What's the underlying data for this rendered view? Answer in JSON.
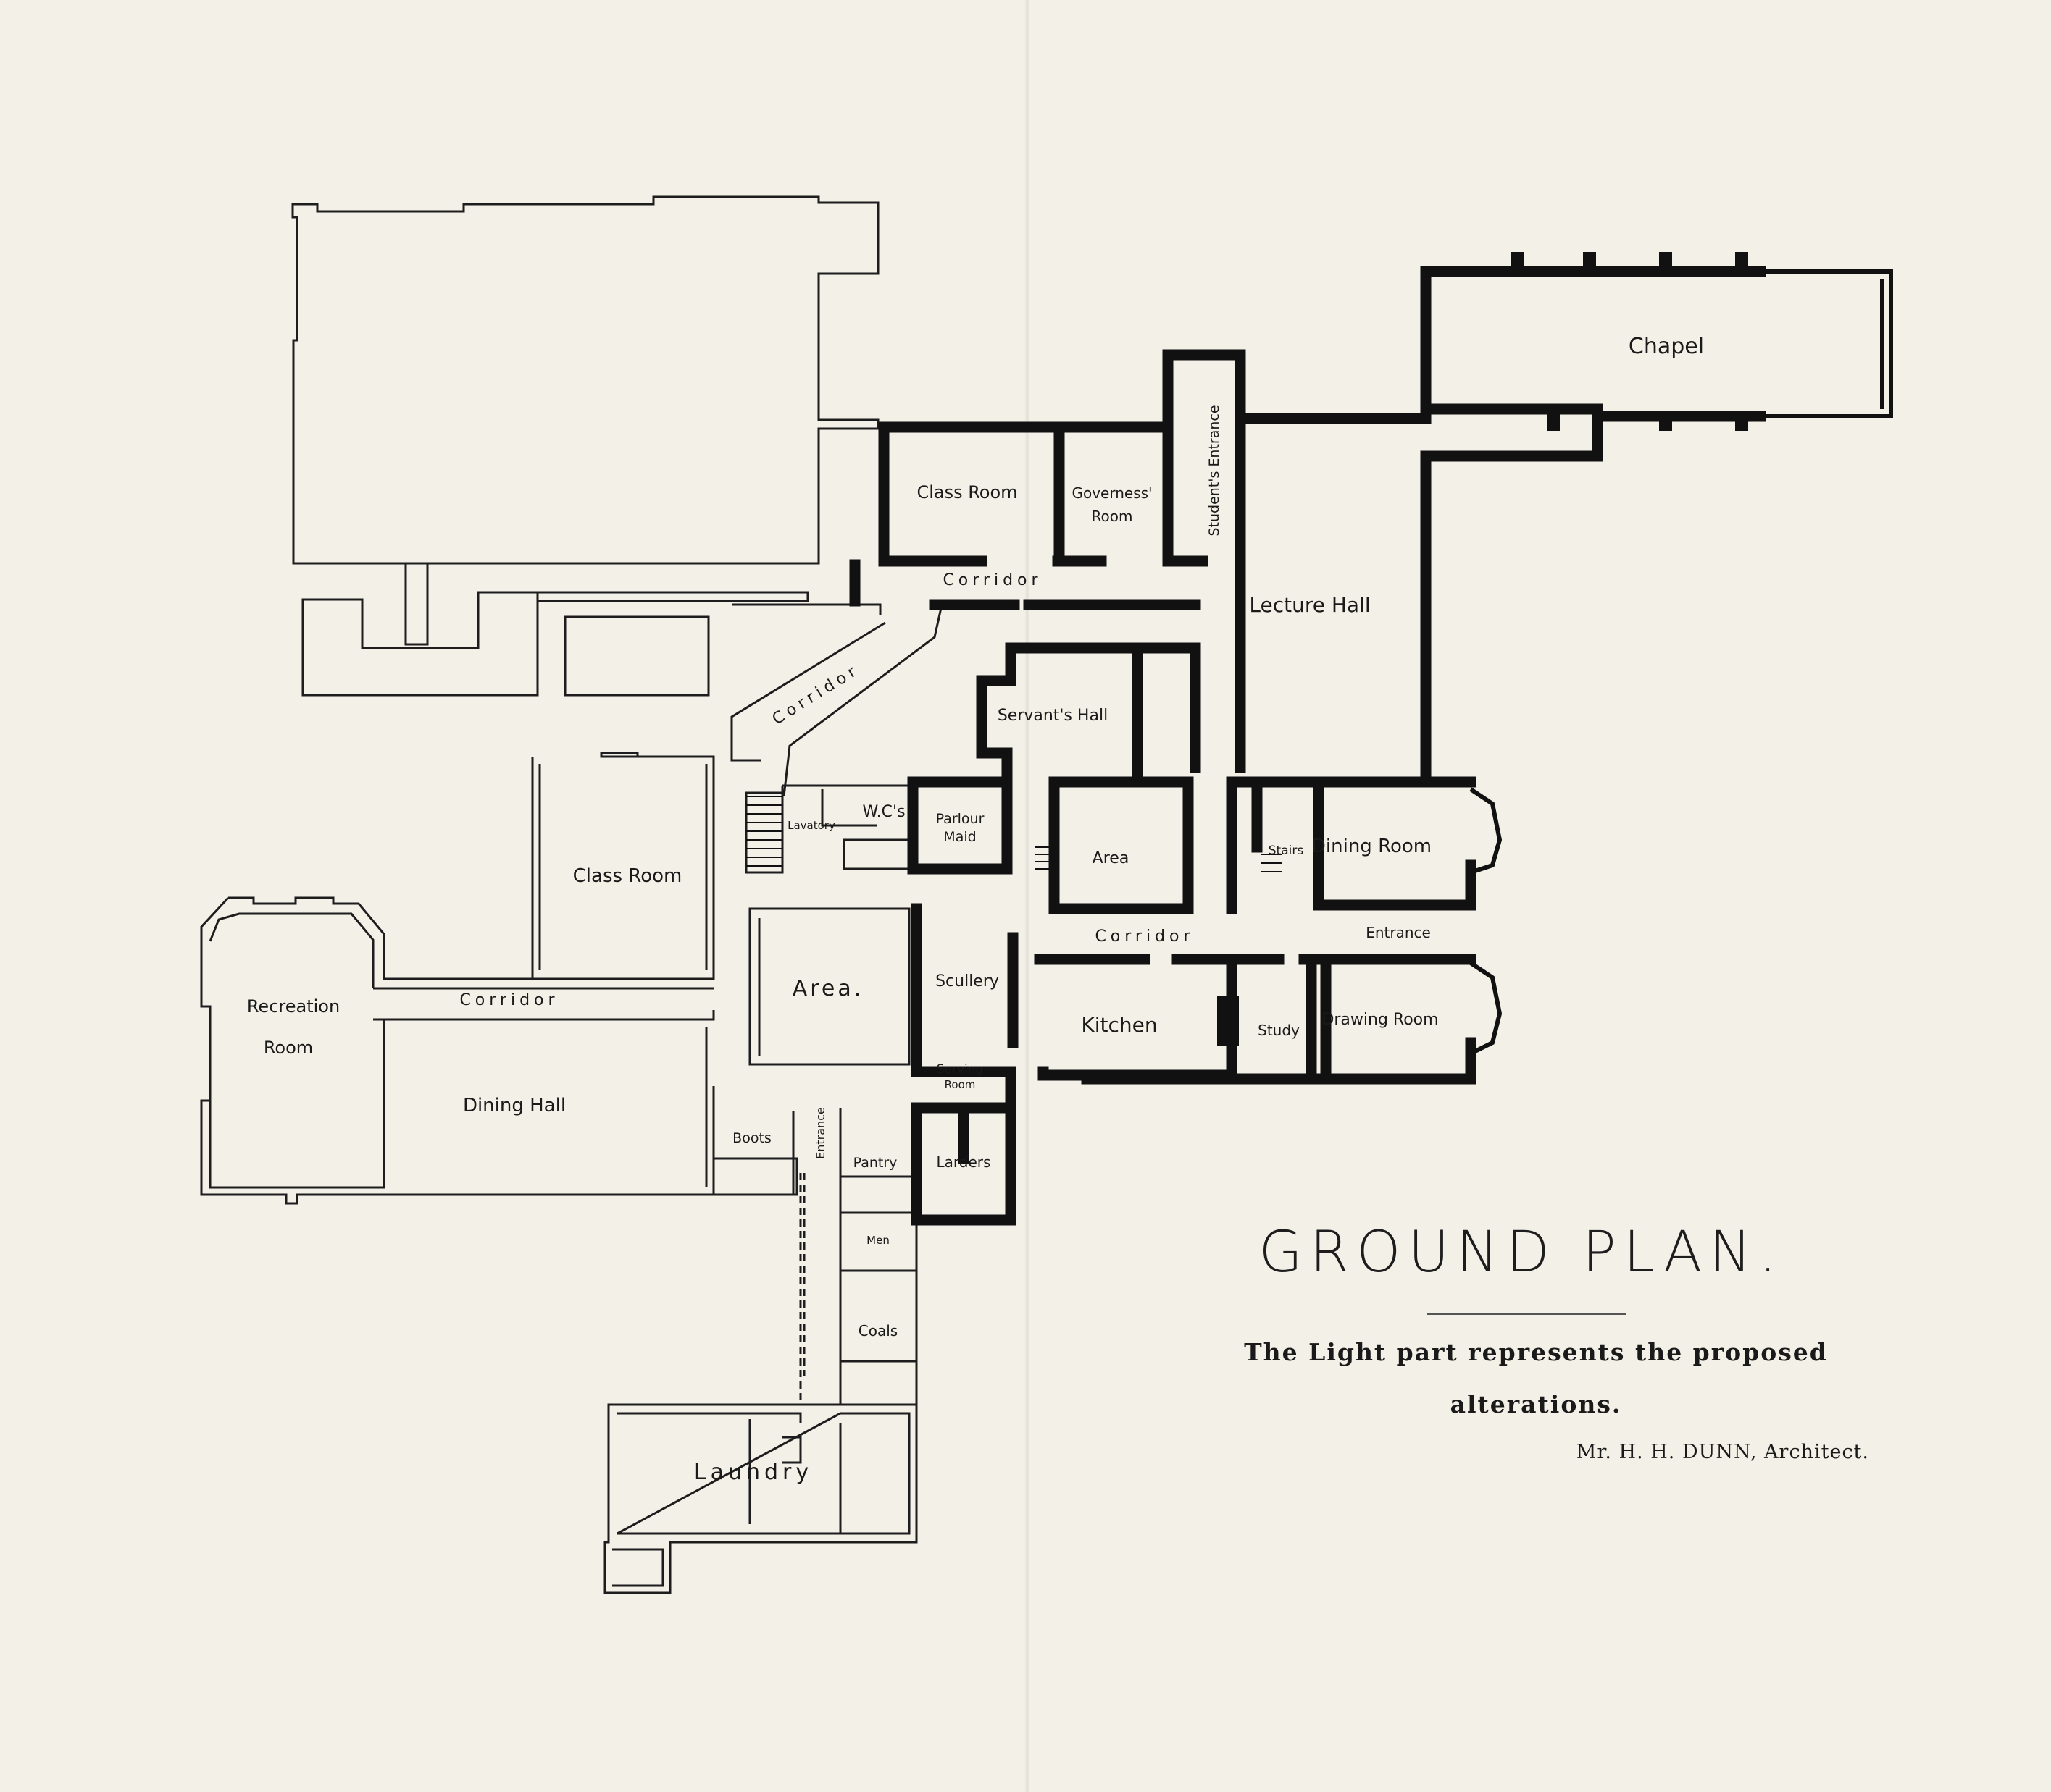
{
  "title": "GROUND PLAN.",
  "note_line1": "The Light part represents the proposed",
  "note_line2": "alterations.",
  "architect": "Mr. H. H. DUNN, Architect.",
  "rooms": {
    "chapel": "Chapel",
    "class_room_upper": "Class Room",
    "governess_room_1": "Governess'",
    "governess_room_2": "Room",
    "students_entrance": "Student's Entrance",
    "corridor_top": "Corridor",
    "lecture_hall": "Lecture Hall",
    "corridor_diagonal": "Corridor",
    "servants_hall": "Servant's Hall",
    "lavatory": "Lavatory",
    "wcs": "W.C's",
    "parlour_maid_1": "Parlour",
    "parlour_maid_2": "Maid",
    "area_mid": "Area",
    "stairs": "Stairs",
    "dining_room": "Dining Room",
    "class_room_lower": "Class Room",
    "entrance_right": "Entrance",
    "corridor_mid": "Corridor",
    "recreation_room_1": "Recreation",
    "recreation_room_2": "Room",
    "corridor_left": "Corridor",
    "area_left": "Area.",
    "scullery": "Scullery",
    "kitchen": "Kitchen",
    "study": "Study",
    "drawing_room": "Drawing Room",
    "serving_room_1": "Serving",
    "serving_room_2": "Room",
    "dining_hall": "Dining Hall",
    "boots": "Boots",
    "entrance_lower": "Entrance",
    "pantry": "Pantry",
    "larders": "Larders",
    "men": "Men",
    "coals": "Coals",
    "laundry": "Laundry"
  }
}
